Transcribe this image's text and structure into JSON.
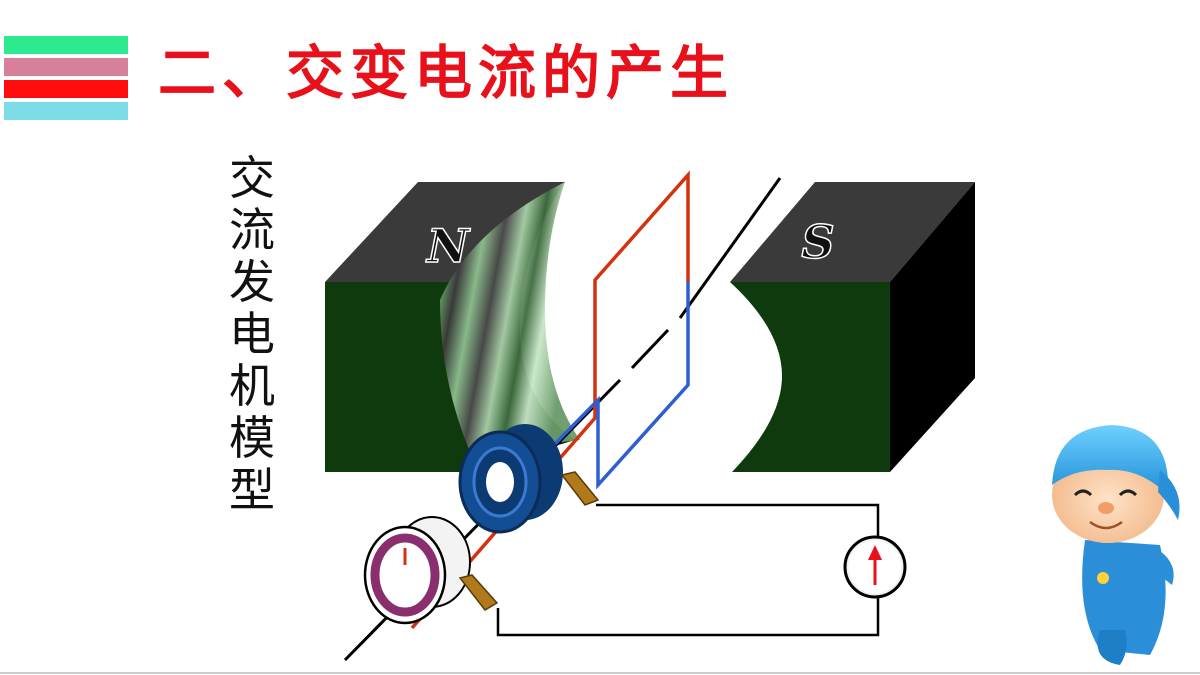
{
  "slide": {
    "title": "二、交变电流的产生",
    "side_label": "交流发电机模型"
  },
  "decor_bars": [
    "#2eea8e",
    "#d6809a",
    "#ff0d0d",
    "#7ddde6"
  ],
  "diagram": {
    "magnet_north_label": "N",
    "magnet_south_label": "S",
    "colors": {
      "magnet_face": "#0e3a0e",
      "magnet_top": "#3a3a3a",
      "magnet_side": "#000000",
      "coil_red": "#d4320f",
      "coil_blue": "#2d5fd0",
      "slip_ring_blue": "#0c3a73",
      "slip_ring_purple": "#8a2e6e",
      "brush": "#b07a1a",
      "meter_needle": "#e8101a"
    },
    "icons": [
      "galvanometer-icon",
      "cartoon-character"
    ]
  }
}
